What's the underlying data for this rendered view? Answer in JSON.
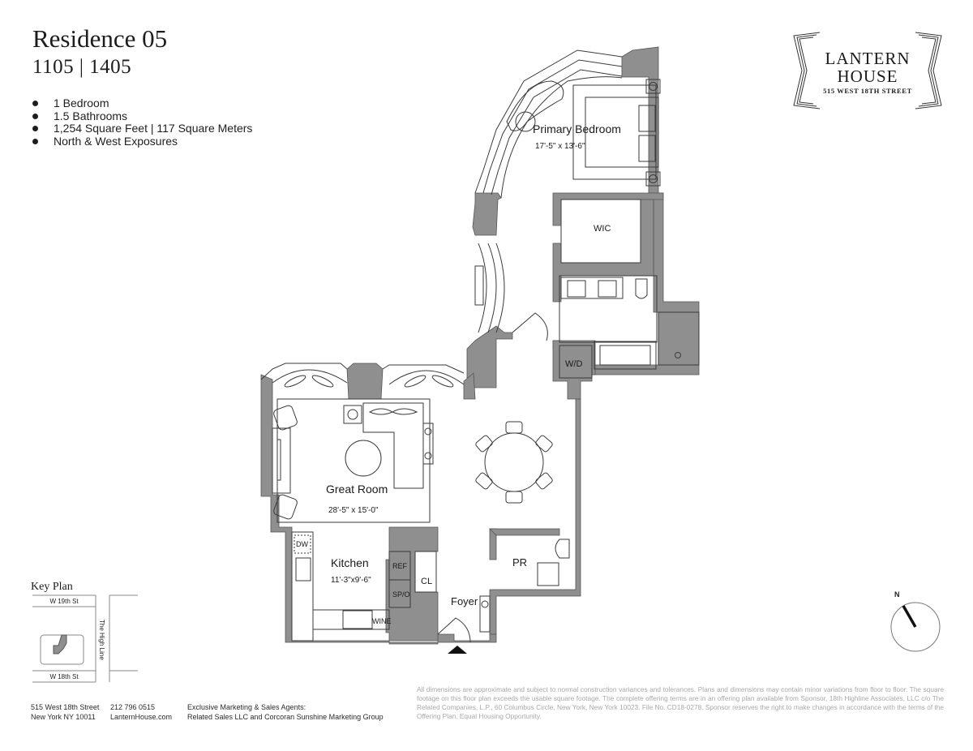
{
  "header": {
    "title": "Residence 05",
    "units": "1105 | 1405"
  },
  "features": [
    "1 Bedroom",
    "1.5 Bathrooms",
    "1,254 Square Feet | 117 Square Meters",
    "North & West Exposures"
  ],
  "logo": {
    "line1": "LANTERN",
    "line2": "HOUSE",
    "line3": "515 WEST 18TH STREET"
  },
  "rooms": {
    "primary_bedroom": {
      "label": "Primary Bedroom",
      "dims": "17'-5\" x 13'-6\""
    },
    "wic": {
      "label": "WIC"
    },
    "wd": {
      "label": "W/D"
    },
    "great_room": {
      "label": "Great Room",
      "dims": "28'-5\" x 15'-0\""
    },
    "kitchen": {
      "label": "Kitchen",
      "dims": "11'-3\"x9'-6\""
    },
    "dw": {
      "label": "DW"
    },
    "ref": {
      "label": "REF"
    },
    "spo": {
      "label": "SP/O"
    },
    "wine": {
      "label": "WINE"
    },
    "cl": {
      "label": "CL"
    },
    "foyer": {
      "label": "Foyer"
    },
    "pr": {
      "label": "PR"
    }
  },
  "key_plan": {
    "title": "Key Plan",
    "street_top": "W 19th St",
    "street_bottom": "W 18th St",
    "high_line": "The High Line"
  },
  "compass": {
    "label": "N"
  },
  "footer": {
    "address_line1": "515 West 18th Street",
    "address_line2": "New York NY 10011",
    "phone": "212 796 0515",
    "website": "LanternHouse.com",
    "agents_line1": "Exclusive Marketing & Sales Agents:",
    "agents_line2": "Related Sales LLC and Corcoran Sunshine Marketing Group",
    "disclaimer": "All dimensions are approximate and subject to normal construction variances and tolerances. Plans and dimensions may contain minor variations from floor to floor. The square footage on this floor plan exceeds the usable square footage. The complete offering terms are in an offering plan available from Sponsor, 18th Highline Associates, LLC c/o The Related Companies, L.P., 60 Columbus Circle, New York, New York 10023. File No. CD18-0278. Sponsor reserves the right to make changes in accordance with the terms of the Offering Plan. Equal Housing Opportunity."
  },
  "colors": {
    "wall": "#8f8f8f",
    "line": "#3a3a3a",
    "disclaimer": "#a8a8a8"
  }
}
